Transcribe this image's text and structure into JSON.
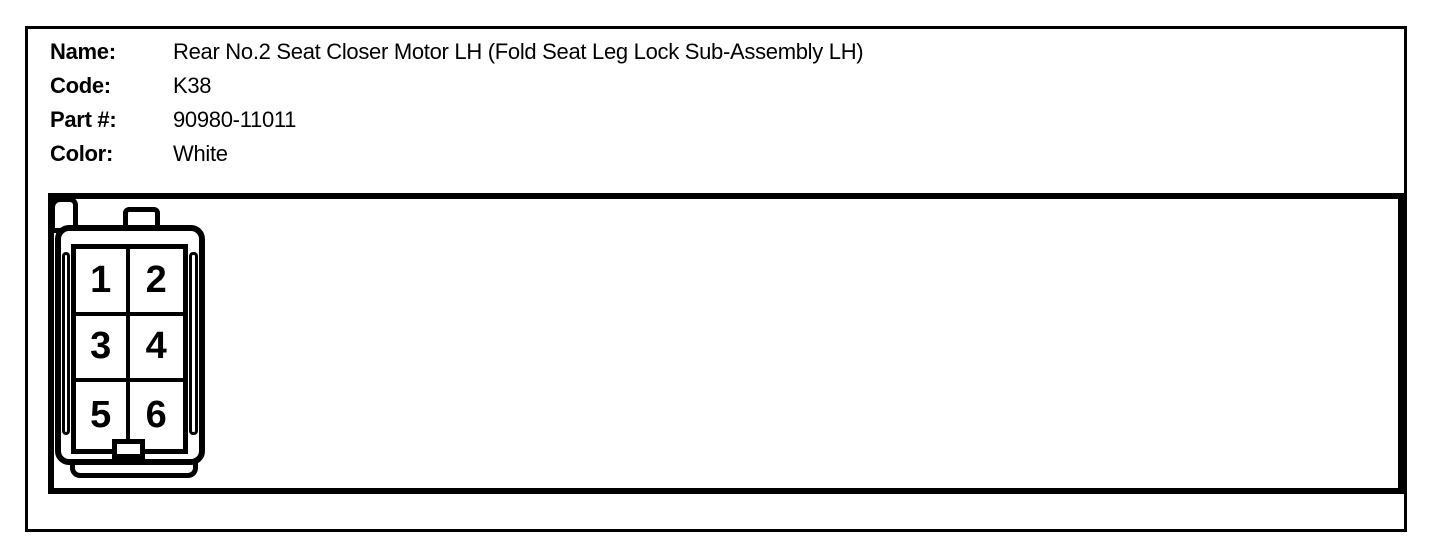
{
  "page": {
    "background": "#ffffff",
    "line_color": "#000000"
  },
  "header": {
    "fields": [
      {
        "label": "Name:",
        "value": "Rear No.2 Seat Closer Motor LH (Fold Seat Leg Lock Sub-Assembly LH)"
      },
      {
        "label": "Code:",
        "value": "K38"
      },
      {
        "label": "Part #:",
        "value": "90980-11011"
      },
      {
        "label": "Color:",
        "value": "White"
      }
    ]
  },
  "connector": {
    "columns": 2,
    "rows": 3,
    "pins": [
      "1",
      "2",
      "3",
      "4",
      "5",
      "6"
    ]
  }
}
